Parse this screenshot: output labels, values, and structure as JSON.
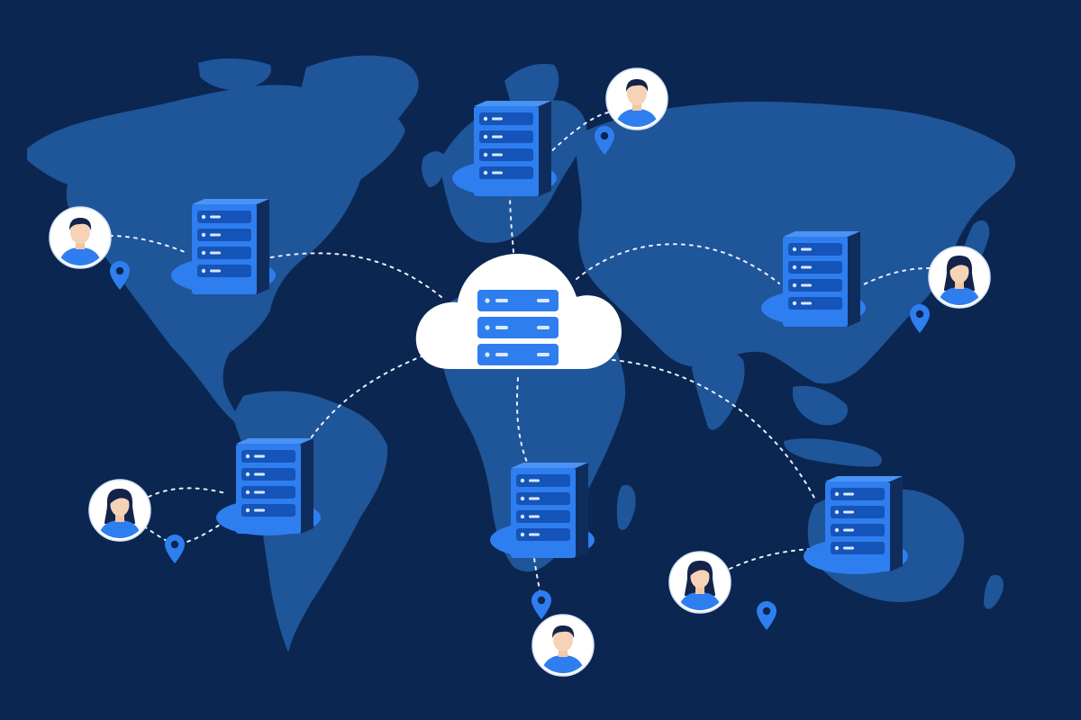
{
  "diagram": {
    "colors": {
      "background": "#0b2650",
      "landmass": "#1f5599",
      "accent": "#2f7ef0",
      "accent_dark": "#1554b8",
      "cloud": "#ffffff",
      "connector": "#e8eefb",
      "pin": "#2f7ef0"
    },
    "hub": {
      "icon": "cloud-server-icon"
    },
    "edge_servers": [
      {
        "region": "north-america",
        "icon": "server-rack-icon"
      },
      {
        "region": "europe",
        "icon": "server-rack-icon"
      },
      {
        "region": "asia",
        "icon": "server-rack-icon"
      },
      {
        "region": "south-america",
        "icon": "server-rack-icon"
      },
      {
        "region": "africa",
        "icon": "server-rack-icon"
      },
      {
        "region": "australia",
        "icon": "server-rack-icon"
      }
    ],
    "users": [
      {
        "region": "north-america",
        "gender": "male",
        "icon": "user-avatar-icon"
      },
      {
        "region": "europe",
        "gender": "male",
        "icon": "user-avatar-icon"
      },
      {
        "region": "asia",
        "gender": "female",
        "icon": "user-avatar-icon"
      },
      {
        "region": "south-america",
        "gender": "female",
        "icon": "user-avatar-icon"
      },
      {
        "region": "africa",
        "gender": "male",
        "icon": "user-avatar-icon"
      },
      {
        "region": "australia",
        "gender": "female",
        "icon": "user-avatar-icon"
      }
    ],
    "location_pins": [
      {
        "region": "north-america",
        "icon": "location-pin-icon"
      },
      {
        "region": "europe",
        "icon": "location-pin-icon"
      },
      {
        "region": "asia",
        "icon": "location-pin-icon"
      },
      {
        "region": "south-america",
        "icon": "location-pin-icon"
      },
      {
        "region": "africa",
        "icon": "location-pin-icon"
      },
      {
        "region": "australia",
        "icon": "location-pin-icon"
      }
    ]
  }
}
